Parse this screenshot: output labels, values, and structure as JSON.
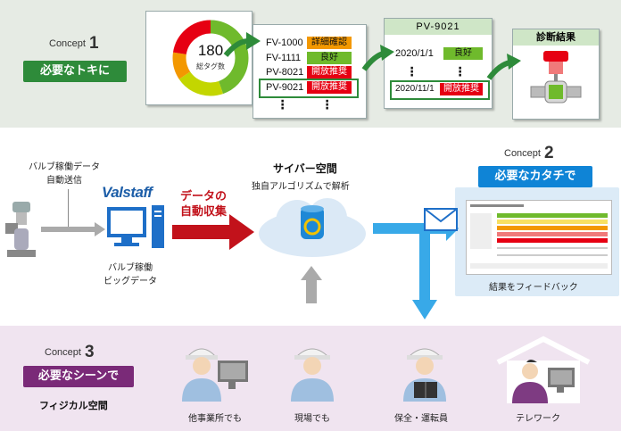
{
  "concept_word": "Concept",
  "concept1": {
    "number": "1",
    "badge": "必要なトキに"
  },
  "concept2": {
    "number": "2",
    "badge": "必要なカタチで"
  },
  "concept3": {
    "number": "3",
    "badge": "必要なシーンで",
    "subtitle": "フィジカル空間"
  },
  "donut": {
    "value": "180",
    "label": "総タグ数"
  },
  "tag_list": [
    {
      "tag": "FV-1000",
      "status": "詳細確認",
      "color": "#f39800"
    },
    {
      "tag": "FV-1111",
      "status": "良好",
      "color": "#6fba2c"
    },
    {
      "tag": "PV-8021",
      "status": "開放推奨",
      "color": "#e60012"
    },
    {
      "tag": "PV-9021",
      "status": "開放推奨",
      "color": "#e60012"
    }
  ],
  "history": {
    "title": "PV-9021",
    "rows": [
      {
        "date": "2020/1/1",
        "status": "良好",
        "color": "#6fba2c"
      },
      {
        "date": "2020/11/1",
        "status": "開放推奨",
        "color": "#e60012"
      }
    ]
  },
  "diagnosis": {
    "title": "診断結果"
  },
  "left": {
    "caption": "バルブ稼働データ\n自動送信",
    "logo": "Valstaff",
    "bigdata": "バルブ稼働\nビッグデータ"
  },
  "collect": {
    "label": "データの\n自動収集"
  },
  "cyber": {
    "title": "サイバー空間",
    "subtitle": "独自アルゴリズムで解析"
  },
  "feedback": {
    "label": "結果をフィードバック"
  },
  "people": [
    {
      "label": "他事業所でも"
    },
    {
      "label": "現場でも"
    },
    {
      "label": "保全・運転員"
    },
    {
      "label": "テレワーク"
    }
  ],
  "colors": {
    "green": "#2e8b3a",
    "blue": "#0f84d6",
    "purple": "#7a2a78",
    "red": "#c2121b"
  }
}
